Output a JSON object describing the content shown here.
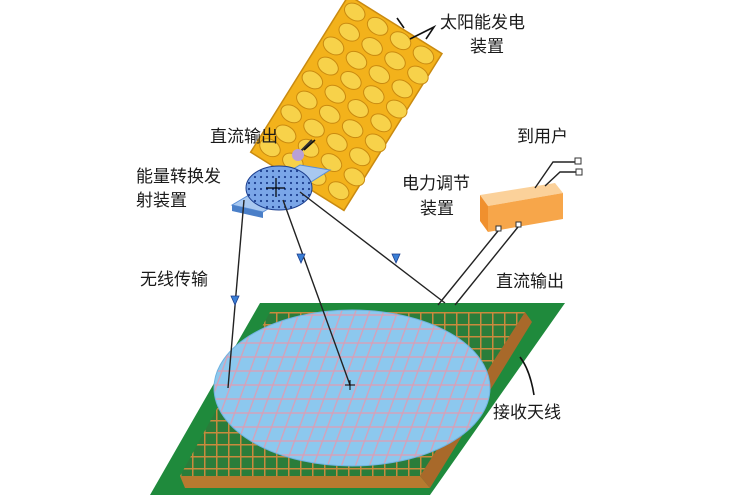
{
  "diagram": {
    "labels": {
      "solar_line1": "太阳能发电",
      "solar_line2": "装置",
      "dc_output_top": "直流输出",
      "converter_line1": "能量转换发",
      "converter_line2": "射装置",
      "to_user": "到用户",
      "regulator_line1": "电力调节",
      "regulator_line2": "装置",
      "wireless": "无线传输",
      "dc_output_right": "直流输出",
      "antenna": "接收天线"
    },
    "colors": {
      "solar_panel": "#f3b21b",
      "solar_cell": "#f7d24a",
      "converter": "#5b8fd6",
      "regulator": "#f7a64a",
      "antenna_board": "#1f8a3c",
      "antenna_grid": "#d08a3a",
      "receive_area": "#8cc8ee"
    }
  }
}
